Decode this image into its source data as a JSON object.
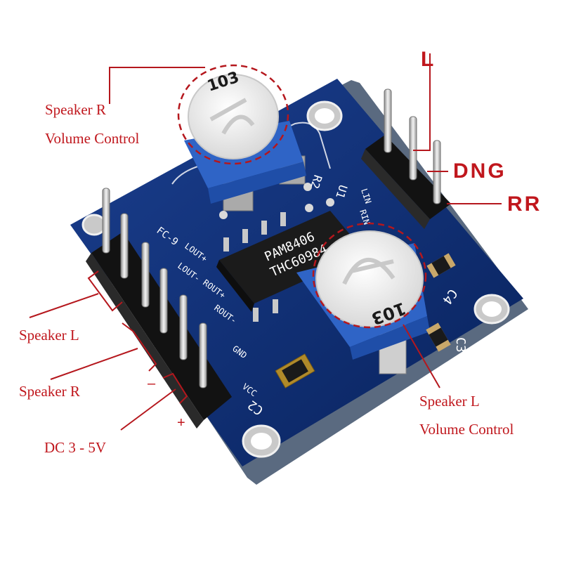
{
  "annotations": {
    "speaker_r_volume_line1": "Speaker R",
    "speaker_r_volume_line2": "Volume Control",
    "speaker_l_volume_line1": "Speaker L",
    "speaker_l_volume_line2": "Volume Control",
    "speaker_l": "Speaker L",
    "speaker_r": "Speaker R",
    "power": "DC 3 - 5V",
    "minus": "–",
    "plus": "+",
    "input_l": "L",
    "input_gnd": "DNG",
    "input_r": "RR"
  },
  "board": {
    "chip_line1": "PAM8406",
    "chip_line2": "THC60984",
    "pot_marking_top": "103",
    "pot_marking_bottom": "103",
    "silk_model": "FC-9",
    "silk_lout_plus": "LOUT+",
    "silk_lout_minus": "LOUT-",
    "silk_rout_plus": "ROUT+",
    "silk_rout_minus": "ROUT-",
    "silk_gnd": "GND",
    "silk_vcc": "VCC",
    "silk_c2": "C2",
    "silk_c3": "C3",
    "silk_c4": "C4",
    "silk_r2": "R2",
    "silk_u1": "U1",
    "silk_lin": "LIN",
    "silk_rin": "RIN"
  },
  "colors": {
    "annotation": "#c0171d",
    "pcb": "#0b2a6e",
    "pot_body": "#2f64c6"
  }
}
